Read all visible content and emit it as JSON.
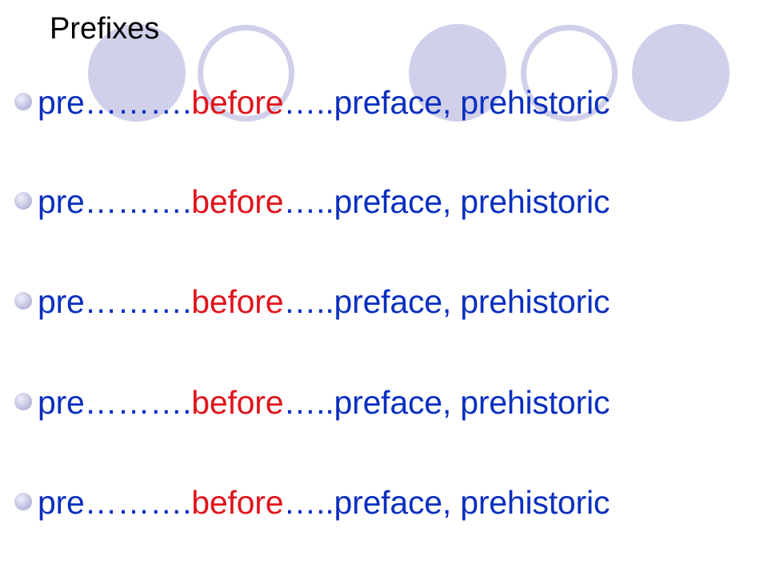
{
  "slide": {
    "title": "Prefixes",
    "decoration_color": "#d0d0ea",
    "items": [
      {
        "prefix": "pre",
        "sep1": "……….",
        "meaning": "before",
        "sep2": "…..",
        "examples": "preface, prehistoric"
      },
      {
        "prefix": "pre",
        "sep1": "……….",
        "meaning": "before",
        "sep2": "…..",
        "examples": "preface, prehistoric"
      },
      {
        "prefix": "pre",
        "sep1": "……….",
        "meaning": "before",
        "sep2": "…..",
        "examples": "preface, prehistoric"
      },
      {
        "prefix": "pre",
        "sep1": "……….",
        "meaning": "before",
        "sep2": "…..",
        "examples": "preface, prehistoric"
      },
      {
        "prefix": "pre",
        "sep1": "……….",
        "meaning": "before",
        "sep2": "…..",
        "examples": "preface, prehistoric"
      }
    ],
    "colors": {
      "prefix": "#0a2fbf",
      "meaning": "#e0141c",
      "examples": "#0a2fbf"
    }
  }
}
